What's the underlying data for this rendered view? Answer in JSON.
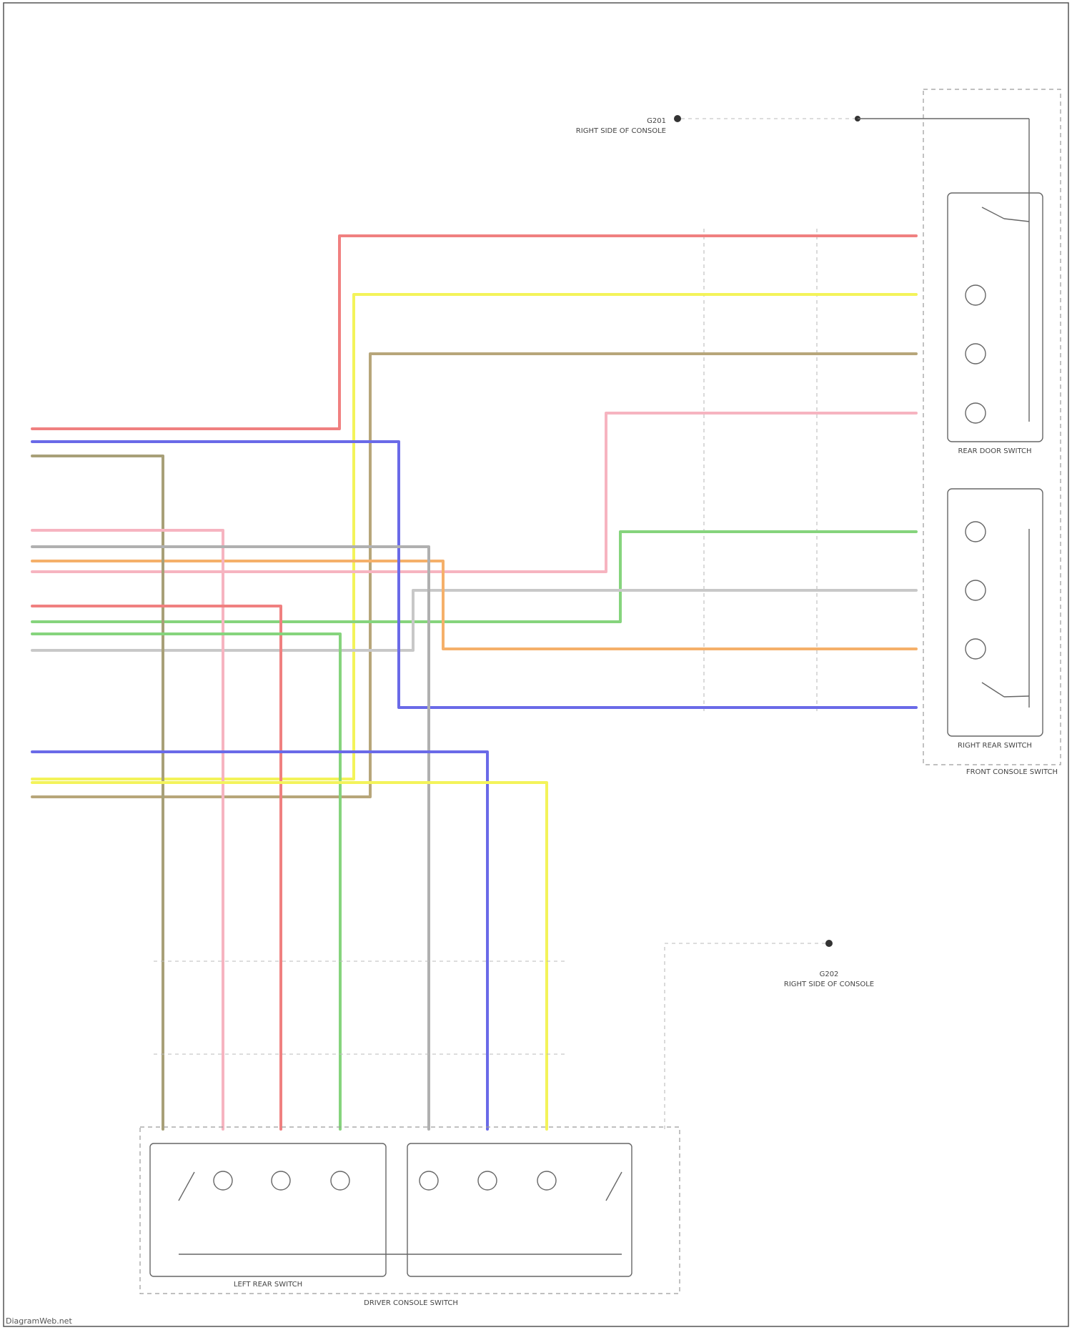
{
  "footer": {
    "watermark": "DiagramWeb.net"
  },
  "labels": {
    "front_console": "FRONT CONSOLE SWITCH",
    "right_rear_switch": "RIGHT REAR SWITCH",
    "rear_door_switch": "REAR DOOR SWITCH",
    "left_rear_switch": "LEFT REAR SWITCH",
    "driver_console": "DRIVER CONSOLE SWITCH",
    "ground_top": "G201",
    "ground_top_desc": "RIGHT SIDE OF CONSOLE",
    "ground_bottom": "G202",
    "ground_bottom_desc": "RIGHT SIDE OF CONSOLE"
  },
  "colors": {
    "red": "#f08080",
    "yellow": "#f3f35a",
    "olive": "#b7a67a",
    "pink": "#f6b4c0",
    "green": "#86d47d",
    "grey": "#c8c8c8",
    "orange": "#f5b06a",
    "blue": "#6a6ae8",
    "olive_dark": "#a8a078"
  }
}
